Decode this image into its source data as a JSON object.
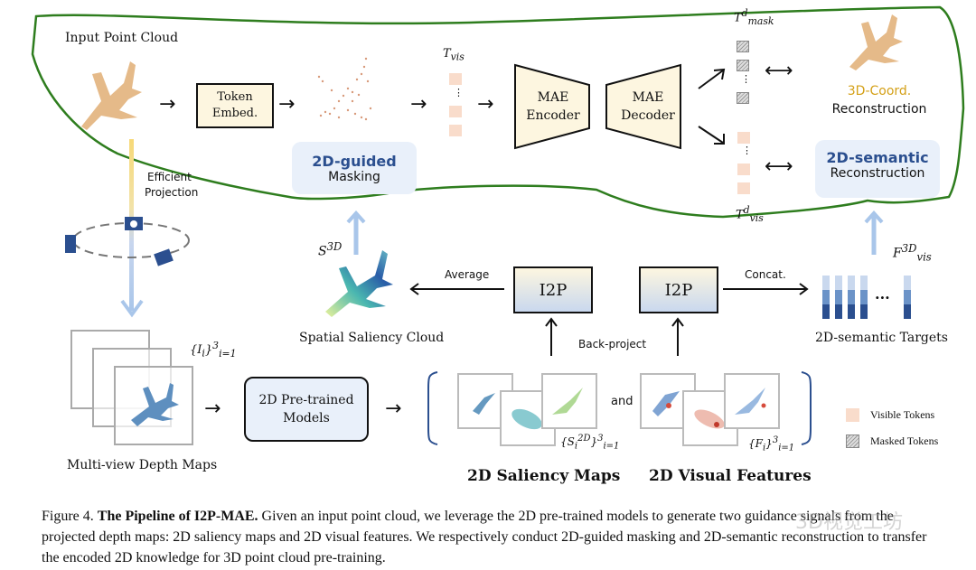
{
  "figure": {
    "input_label": "Input Point Cloud",
    "token_embed": [
      "Token",
      "Embed."
    ],
    "t_vis": {
      "base": "T",
      "sub": "vis"
    },
    "mae_encoder": [
      "MAE",
      "Encoder"
    ],
    "mae_decoder": [
      "MAE",
      "Decoder"
    ],
    "t_mask_d": {
      "base": "T",
      "sup": "d",
      "sub": "mask"
    },
    "t_vis_d": {
      "base": "T",
      "sup": "d",
      "sub": "vis"
    },
    "coord_recon": {
      "title": "3D-Coord.",
      "subtitle": "Reconstruction"
    },
    "semantic_recon": {
      "title": "2D-semantic",
      "subtitle": "Reconstruction"
    },
    "guided_masking": {
      "title": "2D-guided",
      "subtitle": "Masking"
    },
    "efficient_projection": [
      "Efficient",
      "Projection"
    ],
    "s3d": {
      "base": "S",
      "sup": "3D"
    },
    "average_label": "Average",
    "i2p_left": "I2P",
    "i2p_right": "I2P",
    "concat_label": "Concat.",
    "f_vis_3d": {
      "base": "F",
      "sup": "3D",
      "sub": "vis"
    },
    "spatial_saliency_label": "Spatial Saliency Cloud",
    "semantic_targets_label": "2D-semantic Targets",
    "back_project_label": "Back-project",
    "depth_maps_set": "{I_i}^3_{i=1}",
    "depth_maps_label": "Multi-view Depth Maps",
    "pretrained_models": [
      "2D Pre-trained",
      "Models"
    ],
    "saliency_set": "{S_i^2D}^3_{i=1}",
    "features_set": "{F_i}^3_{i=1}",
    "and_label": "and",
    "saliency_maps_label": "2D Saliency Maps",
    "visual_features_label": "2D Visual Features",
    "legend": [
      {
        "label": "Visible Tokens",
        "type": "visible"
      },
      {
        "label": "Masked Tokens",
        "type": "masked"
      }
    ],
    "ellipsis": "..."
  },
  "colors": {
    "outline_green": "#2e7d1e",
    "token_peach": "#f9dccb",
    "pill_bg": "#e9f0fa",
    "accent_blue": "#2b4f8f",
    "coord_gold": "#d4a017",
    "box_cream": "#fdf6e0",
    "arrow_lightblue": "#a9c6ea"
  },
  "caption": {
    "prefix": "Figure 4. ",
    "bold": "The Pipeline of I2P-MAE.",
    "body": " Given an input point cloud, we leverage the 2D pre-trained models to generate two guidance signals from the projected depth maps: 2D saliency maps and 2D visual features. We respectively conduct 2D-guided masking and 2D-semantic reconstruction to transfer the encoded 2D knowledge for 3D point cloud pre-training."
  },
  "watermark": "3D视觉工坊"
}
